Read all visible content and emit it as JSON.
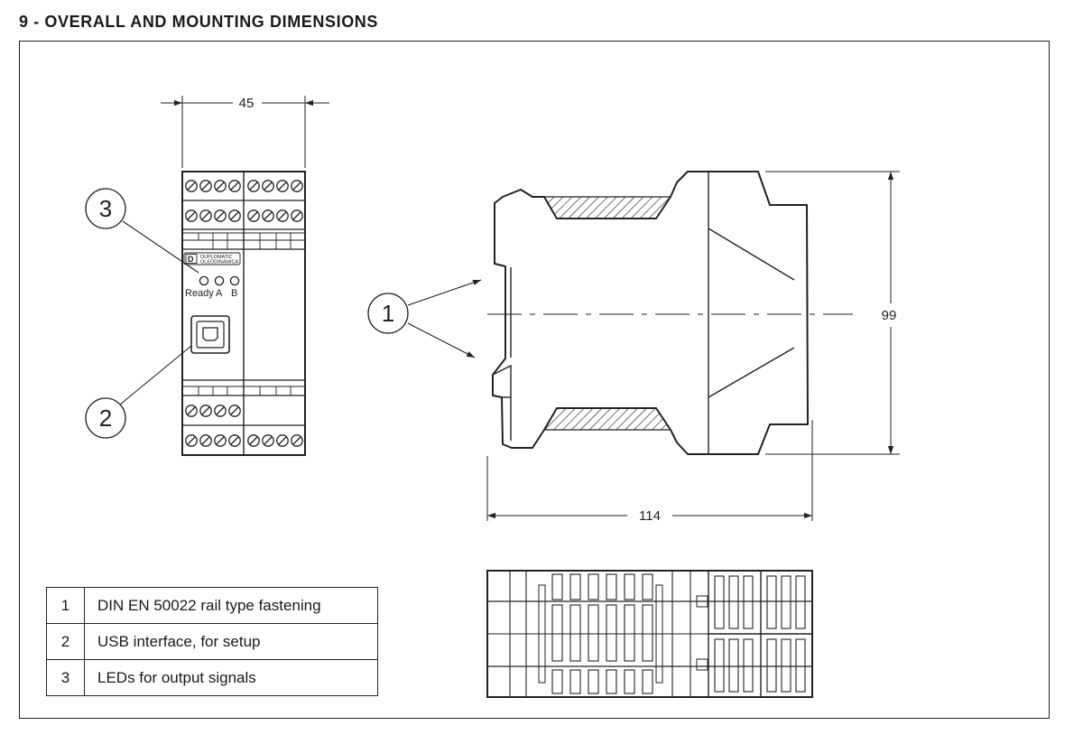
{
  "title": "9 - OVERALL AND MOUNTING DIMENSIONS",
  "dimensions": {
    "width": "45",
    "height": "99",
    "depth": "114"
  },
  "callouts": [
    "1",
    "2",
    "3"
  ],
  "front_view": {
    "logo_line1": "DUPLOMATIC",
    "logo_line2": "OLEODINAMICA",
    "led_labels": [
      "Ready",
      "A",
      "B"
    ]
  },
  "legend": [
    {
      "num": "1",
      "desc": "DIN EN 50022 rail type fastening"
    },
    {
      "num": "2",
      "desc": "USB interface, for setup"
    },
    {
      "num": "3",
      "desc": "LEDs for output signals"
    }
  ]
}
